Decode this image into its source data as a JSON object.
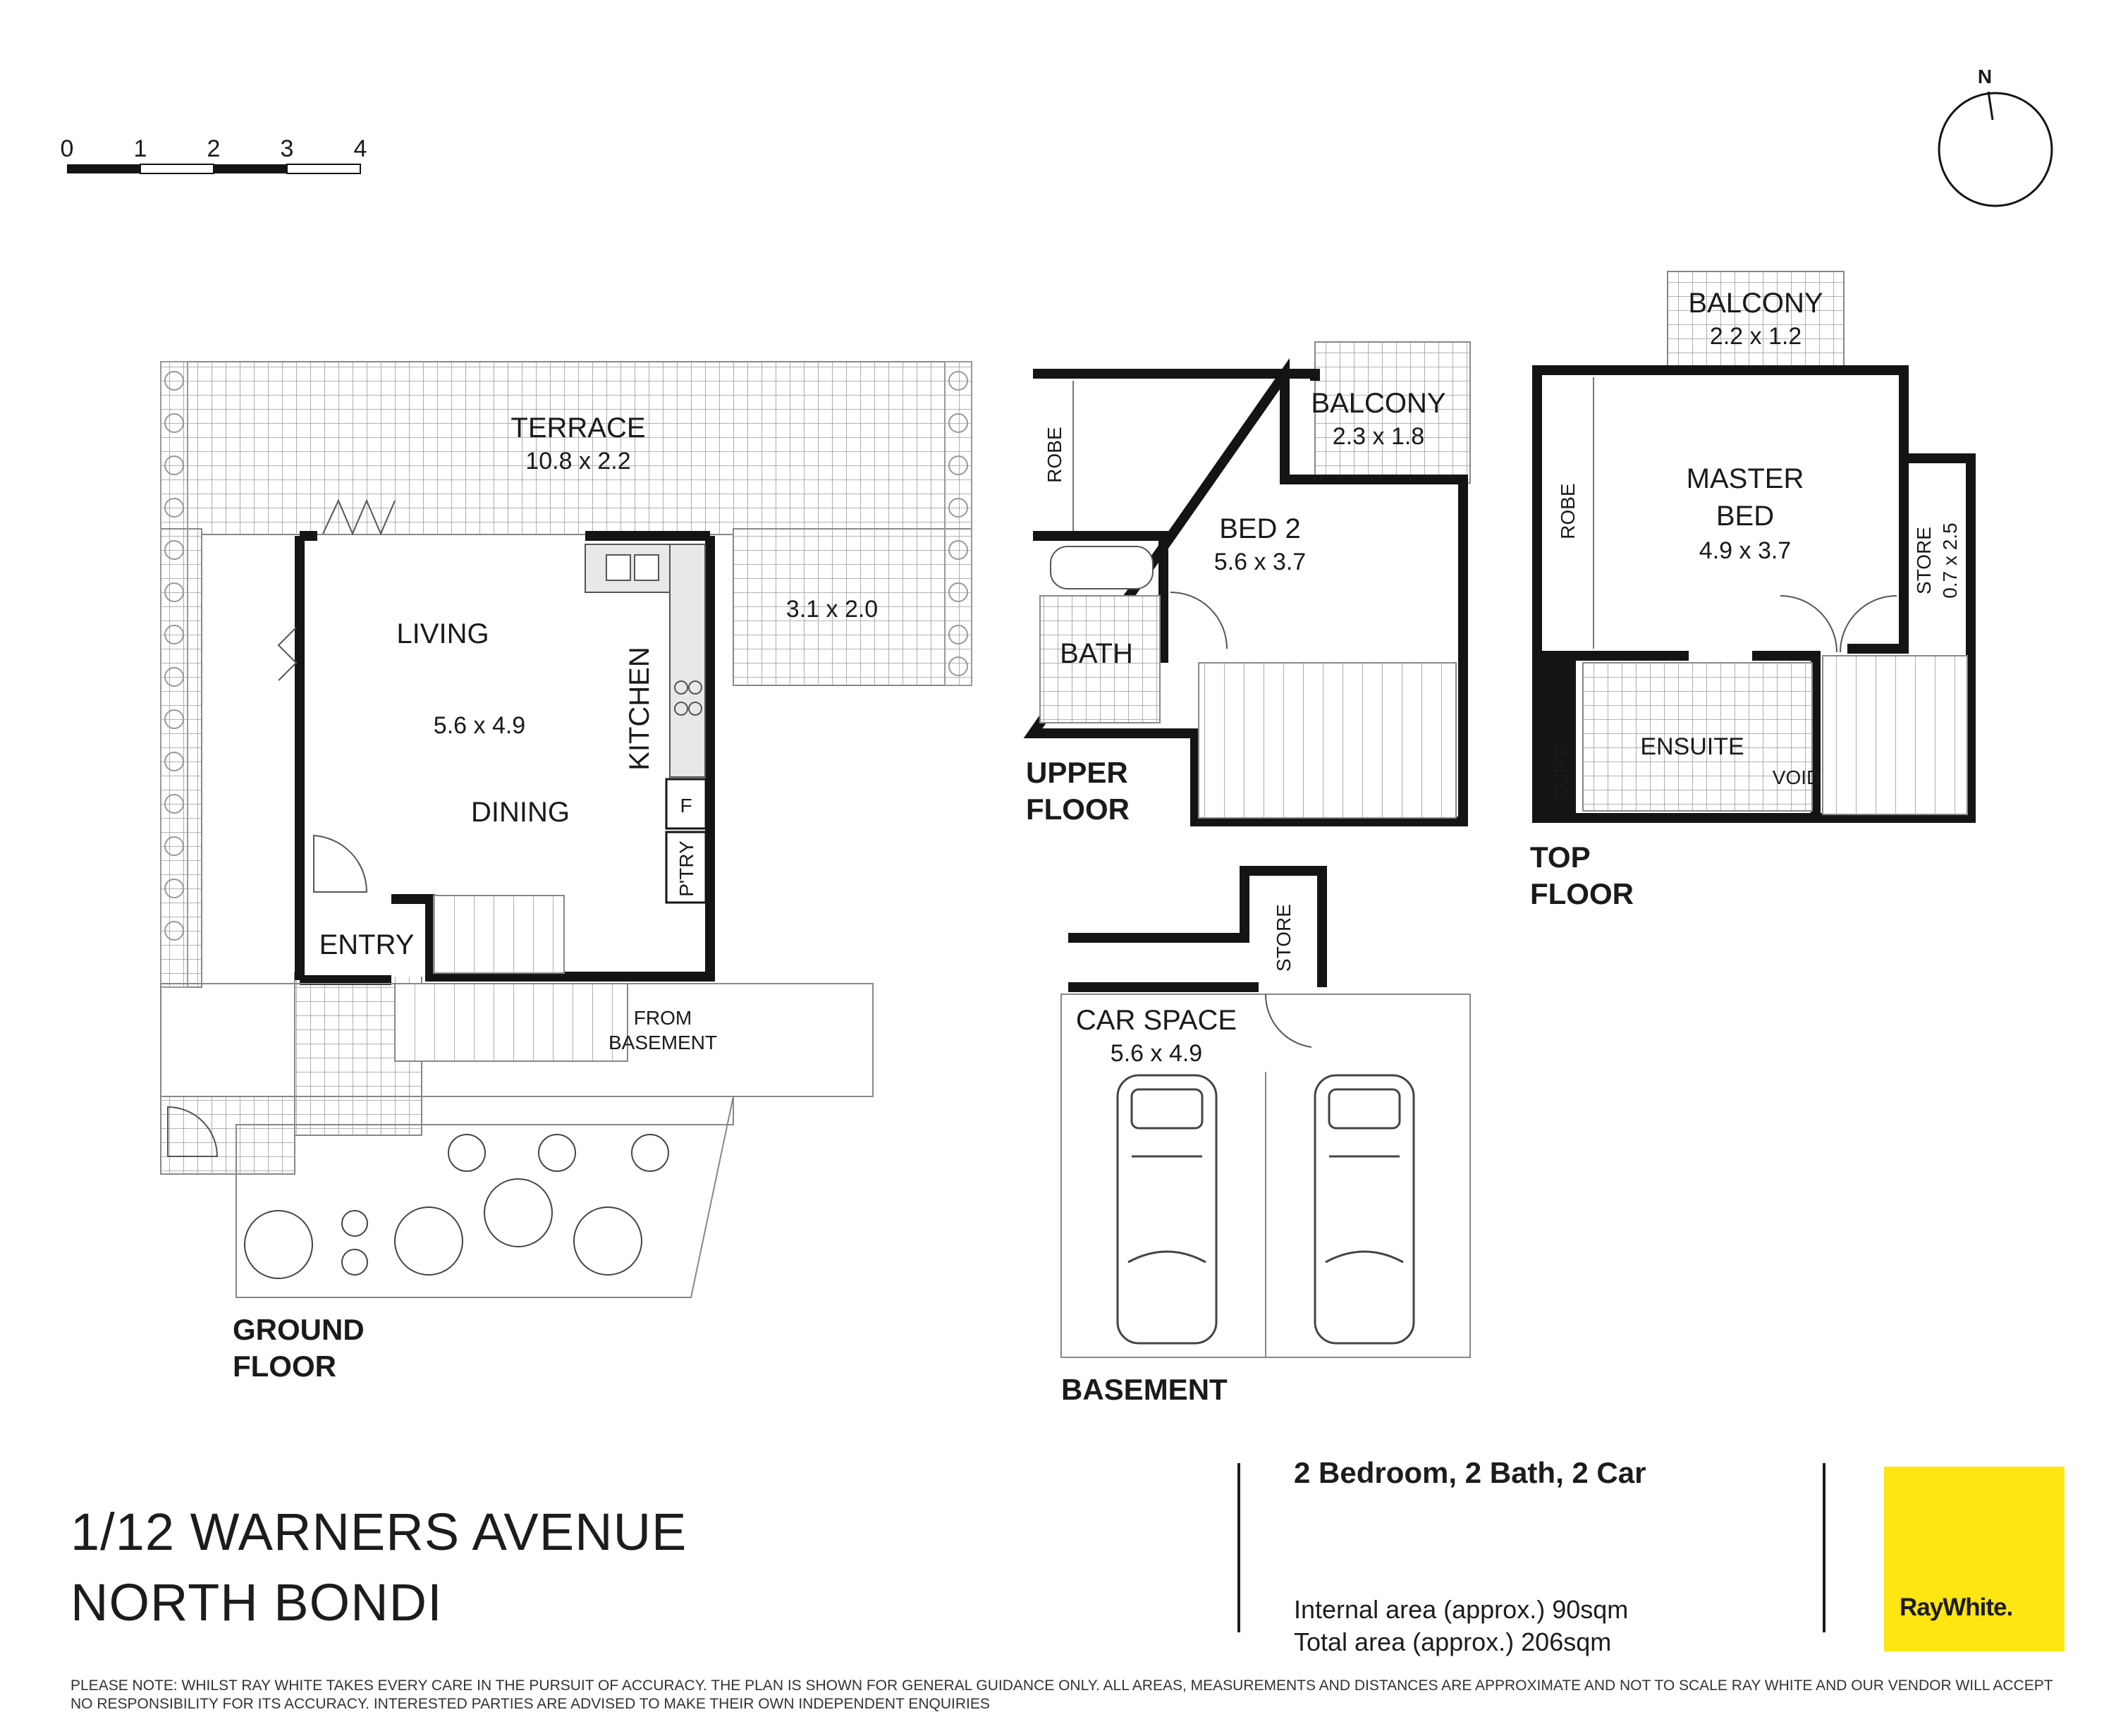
{
  "scale_bar": {
    "ticks": [
      "0",
      "1",
      "2",
      "3",
      "4"
    ]
  },
  "compass": {
    "north_label": "N"
  },
  "ground_floor": {
    "title_line1": "GROUND",
    "title_line2": "FLOOR",
    "terrace_label": "TERRACE",
    "terrace_dims": "10.8 x 2.2",
    "side_terrace_dims": "3.1 x 2.0",
    "living_label": "LIVING",
    "living_dims": "5.6 x 4.9",
    "dining_label": "DINING",
    "kitchen_label": "KITCHEN",
    "fridge_label": "F",
    "pantry_label": "P'TRY",
    "entry_label": "ENTRY",
    "from_basement_line1": "FROM",
    "from_basement_line2": "BASEMENT"
  },
  "upper_floor": {
    "title_line1": "UPPER",
    "title_line2": "FLOOR",
    "balcony_label": "BALCONY",
    "balcony_dims": "2.3 x 1.8",
    "robe_label": "ROBE",
    "bed2_label": "BED 2",
    "bed2_dims": "5.6 x 3.7",
    "bath_label": "BATH"
  },
  "top_floor": {
    "title_line1": "TOP",
    "title_line2": "FLOOR",
    "balcony_label": "BALCONY",
    "balcony_dims": "2.2 x 1.2",
    "robe_label": "ROBE",
    "master_line1": "MASTER",
    "master_line2": "BED",
    "master_dims": "4.9 x 3.7",
    "store_label": "STORE",
    "store_dims": "0.7 x 2.5",
    "ensuite_label": "ENSUITE",
    "cupd_label": "CUP'D",
    "void_label": "VOID"
  },
  "basement": {
    "title": "BASEMENT",
    "store_label": "STORE",
    "car_space_label": "CAR SPACE",
    "car_space_dims": "5.6 x 4.9"
  },
  "footer": {
    "address_line1": "1/12 WARNERS AVENUE",
    "address_line2": "NORTH BONDI",
    "summary": "2 Bedroom, 2 Bath, 2 Car",
    "internal_area": "Internal area (approx.) 90sqm",
    "total_area": "Total area (approx.) 206sqm",
    "logo_text": "RayWhite.",
    "disclaimer": "Please note: whilst Ray White takes every care in the pursuit of accuracy. The plan is shown for general guidance only. All areas, measurements and distances are approximate and not to scale Ray White and our vendor will accept no responsibility for its accuracy. Interested parties are advised to make their own independent enquiries"
  },
  "colors": {
    "brand_yellow": "#ffe512",
    "wall": "#141414"
  }
}
